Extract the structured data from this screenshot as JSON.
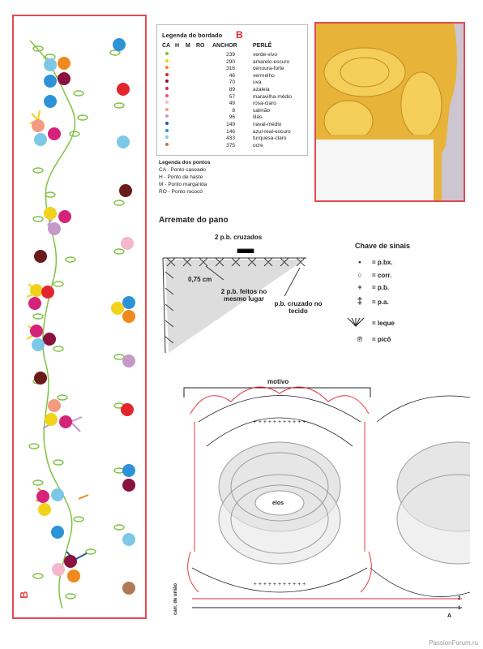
{
  "panel": {
    "letter": "B"
  },
  "legend": {
    "title": "Legenda do bordado",
    "badge": "B",
    "headers": [
      "CA",
      "H",
      "M",
      "RO",
      "ANCHOR",
      "PERLÊ"
    ],
    "rows": [
      {
        "anchor": "239",
        "name": "verde-vivo",
        "color": "#7fc241"
      },
      {
        "anchor": "290",
        "name": "amarelo-escuro",
        "color": "#f2d21b"
      },
      {
        "anchor": "316",
        "name": "cenoura-forte",
        "color": "#f08a1c"
      },
      {
        "anchor": "46",
        "name": "vermelho",
        "color": "#e3262e"
      },
      {
        "anchor": "70",
        "name": "uva",
        "color": "#8a1240"
      },
      {
        "anchor": "89",
        "name": "azaleia",
        "color": "#d6237a"
      },
      {
        "anchor": "57",
        "name": "maravilha-médio",
        "color": "#e8557c"
      },
      {
        "anchor": "49",
        "name": "rosa-claro",
        "color": "#f4b7cb"
      },
      {
        "anchor": "8",
        "name": "salmão",
        "color": "#f39a7f"
      },
      {
        "anchor": "96",
        "name": "lilás",
        "color": "#c59ac9"
      },
      {
        "anchor": "149",
        "name": "naval-médio",
        "color": "#1f5aa8"
      },
      {
        "anchor": "146",
        "name": "azul-real-escuro",
        "color": "#2d93d6"
      },
      {
        "anchor": "433",
        "name": "turquesa-claro",
        "color": "#7cc8e6"
      },
      {
        "anchor": "375",
        "name": "ocre",
        "color": "#b07a56"
      }
    ],
    "stitch_title": "Legenda dos pontos",
    "stitches": [
      "CA - Ponto caseado",
      "H - Ponto de haste",
      "M - Ponto margarida",
      "RO - Ponto rococó"
    ]
  },
  "finish": {
    "title": "Arremate do pano",
    "label_top": "2 p.b. cruzados",
    "label_size": "0,75 cm",
    "label_same": "2 p.b. feitos no mesmo lugar",
    "label_fabric": "p.b. cruzado no tecido"
  },
  "symbols": {
    "title": "Chave de sinais",
    "items": [
      {
        "icon": "dot",
        "text": "= p.bx."
      },
      {
        "icon": "oval",
        "text": "= corr."
      },
      {
        "icon": "plus",
        "text": "= p.b."
      },
      {
        "icon": "tstitch",
        "text": "= p.a."
      },
      {
        "icon": "fan",
        "text": "= leque"
      },
      {
        "icon": "picot",
        "text": "= picô"
      }
    ]
  },
  "chart": {
    "motif_label": "motivo",
    "center_label": "elos",
    "join_label": "carr. de união",
    "corner_letter": "A",
    "row_numbers": [
      "2",
      "1"
    ]
  },
  "watermark": "PassionForum.ru"
}
